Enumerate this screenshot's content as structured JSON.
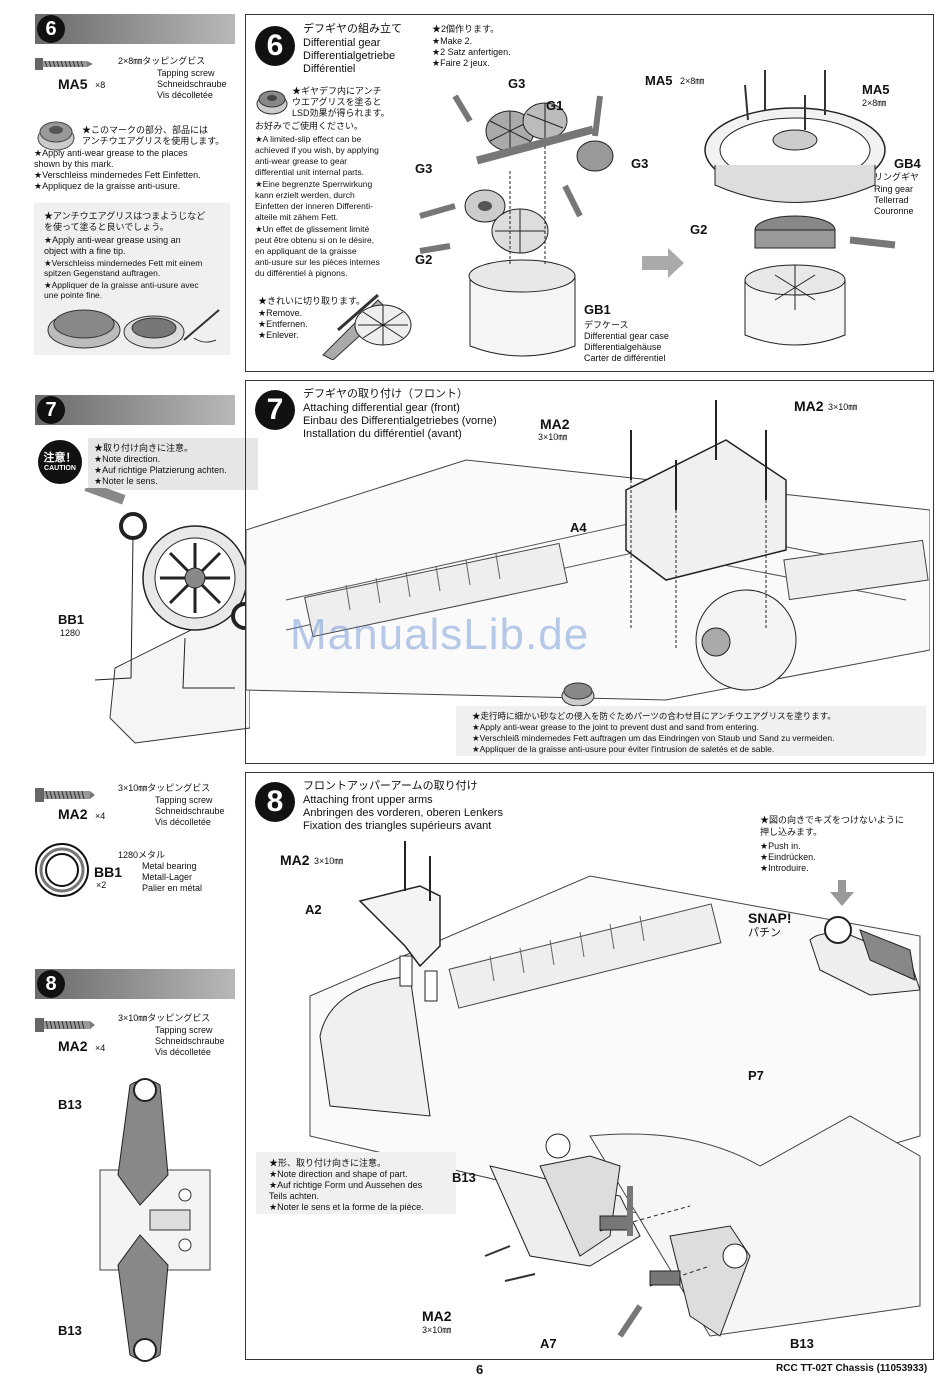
{
  "left": {
    "step6": {
      "num": "6",
      "screw_jp": "2×8㎜タッピングビス",
      "screw_en": "Tapping screw",
      "screw_de": "Schneidschraube",
      "screw_fr": "Vis décolletée",
      "part": "MA5",
      "qty": "×8",
      "grease_jp1": "★このマークの部分、部品には",
      "grease_jp2": "アンチウエアグリスを使用します。",
      "grease_en1": "★Apply anti-wear grease to the places",
      "grease_en2": "shown by this mark.",
      "grease_de": "★Verschleiss mindernedes Fett Einfetten.",
      "grease_fr": "★Appliquez de la graisse anti-usure.",
      "tip_jp1": "★アンチウエアグリスはつまようじなど",
      "tip_jp2": "を使って塗ると良いでしょう。",
      "tip_en1": "★Apply anti-wear grease using an",
      "tip_en2": "object with a fine tip.",
      "tip_de1": "★Verschleiss mindernedes Fett mit einem",
      "tip_de2": "spitzen Gegenstand auftragen.",
      "tip_fr1": "★Appliquer de la graisse anti-usure avec",
      "tip_fr2": "une pointe fine."
    },
    "step7": {
      "num": "7",
      "caution_jp": "注意！",
      "caution_en": "CAUTION",
      "note_jp": "★取り付け向きに注意。",
      "note_en": "★Note direction.",
      "note_de": "★Auf richtige Platzierung achten.",
      "note_fr": "★Noter le sens.",
      "bb1": "BB1",
      "bb1_num": "1280"
    },
    "parts7": {
      "screw_jp": "3×10㎜タッピングビス",
      "screw_en": "Tapping screw",
      "screw_de": "Schneidschraube",
      "screw_fr": "Vis décolletée",
      "part": "MA2",
      "qty": "×4",
      "bearing_jp": "1280メタル",
      "bearing_en": "Metal bearing",
      "bearing_de": "Metall-Lager",
      "bearing_fr": "Palier en métal",
      "bearing_part": "BB1",
      "bearing_qty": "×2"
    },
    "step8": {
      "num": "8",
      "screw_jp": "3×10㎜タッピングビス",
      "screw_en": "Tapping screw",
      "screw_de": "Schneidschraube",
      "screw_fr": "Vis décolletée",
      "part": "MA2",
      "qty": "×4",
      "b13_top": "B13",
      "b13_bottom": "B13"
    }
  },
  "panel6": {
    "num": "6",
    "title_jp": "デフギヤの組み立て",
    "title_en": "Differential gear",
    "title_de": "Differentialgetriebe",
    "title_fr": "Différentiel",
    "make_jp": "★2個作ります。",
    "make_en": "★Make 2.",
    "make_de": "★2 Satz anfertigen.",
    "make_fr": "★Faire 2 jeux.",
    "lsd_jp1": "★ギヤデフ内にアンチ",
    "lsd_jp2": "ウエアグリスを塗ると",
    "lsd_jp3": "LSD効果が得られます。",
    "lsd_jp4": "お好みでご使用ください。",
    "lsd_en1": "★A limited-slip effect can be",
    "lsd_en2": "achieved if you wish, by applying",
    "lsd_en3": "anti-wear grease to gear",
    "lsd_en4": "differential unit internal parts.",
    "lsd_de1": "★Eine begrenzte Sperrwirkung",
    "lsd_de2": "kann erzielt werden, durch",
    "lsd_de3": "Einfetten der inneren Differenti-",
    "lsd_de4": "alteile mit zähem Fett.",
    "lsd_fr1": "★Un effet de glissement limité",
    "lsd_fr2": "peut être obtenu si on le désire,",
    "lsd_fr3": "en appliquant de la graisse",
    "lsd_fr4": "anti-usure sur les pièces internes",
    "lsd_fr5": "du différentiel à pignons.",
    "remove_jp": "★きれいに切り取ります。",
    "remove_en": "★Remove.",
    "remove_de": "★Entfernen.",
    "remove_fr": "★Enlever.",
    "g1": "G1",
    "g2a": "G2",
    "g2b": "G2",
    "g3a": "G3",
    "g3b": "G3",
    "g3c": "G3",
    "gb1": "GB1",
    "gb1_jp": "デフケース",
    "gb1_en": "Differential gear case",
    "gb1_de": "Differentialgehäuse",
    "gb1_fr": "Carter de différentiel",
    "ma5a": "MA5",
    "ma5a_size": "2×8㎜",
    "ma5b": "MA5",
    "ma5b_size": "2×8㎜",
    "gb4": "GB4",
    "gb4_jp": "リングギヤ",
    "gb4_en": "Ring gear",
    "gb4_de": "Tellerrad",
    "gb4_fr": "Couronne"
  },
  "panel7": {
    "num": "7",
    "title_jp": "デフギヤの取り付け（フロント）",
    "title_en": "Attaching differential gear (front)",
    "title_de": "Einbau des Differentialgetriebes (vorne)",
    "title_fr": "Installation du différentiel (avant)",
    "ma2a": "MA2",
    "ma2a_size": "3×10㎜",
    "ma2b": "MA2",
    "ma2b_size": "3×10㎜",
    "a4": "A4",
    "note_jp": "★走行時に細かい砂などの侵入を防ぐためパーツの合わせ目にアンチウエアグリスを塗ります。",
    "note_en": "★Apply anti-wear grease to the joint to prevent dust and sand from entering.",
    "note_de": "★Verschleiß mindernedes Fett auftragen um das Eindringen von Staub und Sand zu vermeiden.",
    "note_fr": "★Appliquer de la graisse anti-usure pour éviter l'intrusion de saletés et de sable."
  },
  "panel8": {
    "num": "8",
    "title_jp": "フロントアッパーアームの取り付け",
    "title_en": "Attaching front upper arms",
    "title_de": "Anbringen des vorderen, oberen Lenkers",
    "title_fr": "Fixation des triangles supérieurs avant",
    "ma2a": "MA2",
    "ma2a_size": "3×10㎜",
    "a2": "A2",
    "push_jp1": "★図の向きでキズをつけないように",
    "push_jp2": "押し込みます。",
    "push_en": "★Push in.",
    "push_de": "★Eindrücken.",
    "push_fr": "★Introduire.",
    "snap": "SNAP!",
    "snap_jp": "パチン",
    "note_jp": "★形、取り付け向きに注意。",
    "note_en": "★Note direction and shape of part.",
    "note_de1": "★Auf richtige Form und Aussehen des",
    "note_de2": "Teils achten.",
    "note_fr": "★Noter le sens et la forme de la pièce.",
    "p7": "P7",
    "b13a": "B13",
    "b13b": "B13",
    "ma2b": "MA2",
    "ma2b_size": "3×10㎜",
    "a7": "A7"
  },
  "footer": {
    "page": "6",
    "title": "RCC TT-02T Chassis (11053933)"
  },
  "watermark": "ManualsLib.de"
}
